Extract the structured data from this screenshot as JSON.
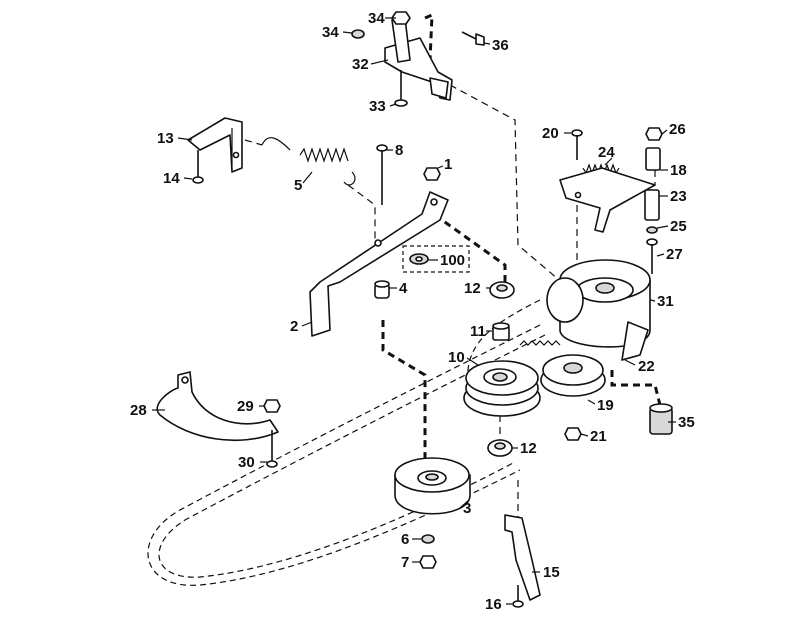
{
  "labels": {
    "l1": "1",
    "l2": "2",
    "l3": "3",
    "l4": "4",
    "l5": "5",
    "l6": "6",
    "l7": "7",
    "l8": "8",
    "l10": "10",
    "l11": "11",
    "l12a": "12",
    "l12b": "12",
    "l13": "13",
    "l14": "14",
    "l15": "15",
    "l16": "16",
    "l18": "18",
    "l19": "19",
    "l20": "20",
    "l21": "21",
    "l22": "22",
    "l23": "23",
    "l24": "24",
    "l25": "25",
    "l26": "26",
    "l27": "27",
    "l28": "28",
    "l29": "29",
    "l30": "30",
    "l31": "31",
    "l32": "32",
    "l33": "33",
    "l34": "34",
    "l35": "35",
    "l36": "36",
    "l100": "100"
  },
  "colors": {
    "ink": "#111111",
    "paper": "#ffffff",
    "shade": "#d8d8d8"
  }
}
